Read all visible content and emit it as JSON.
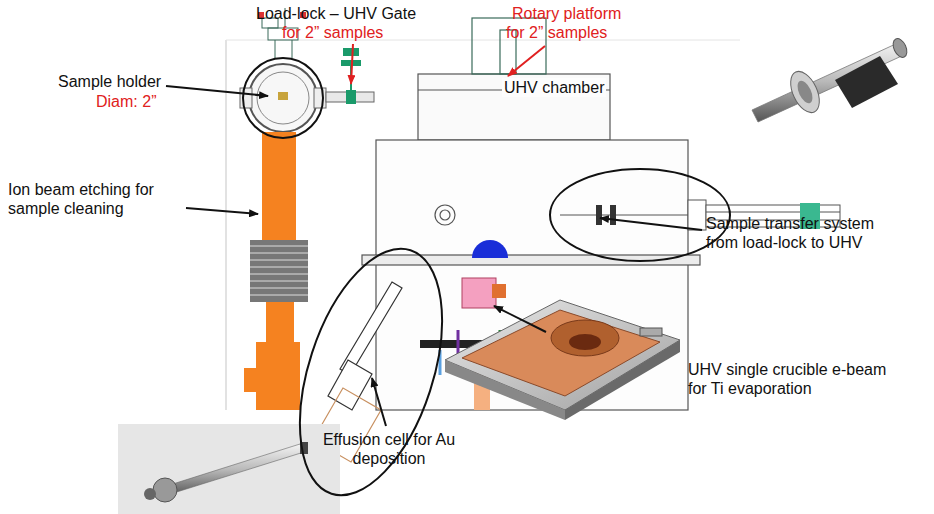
{
  "diagram": {
    "labels": [
      "Load-lock – UHV Gate",
      "for 2” samples",
      "Rotary platform",
      "for 2” samples",
      "UHV chamber",
      "Sample holder",
      "Diam:  2”",
      "Ion beam etching for sample cleaning",
      "Sample transfer system from load-lock to UHV",
      "UHV single crucible e-beam for Ti evaporation",
      "Effusion cell for Au deposition"
    ]
  }
}
